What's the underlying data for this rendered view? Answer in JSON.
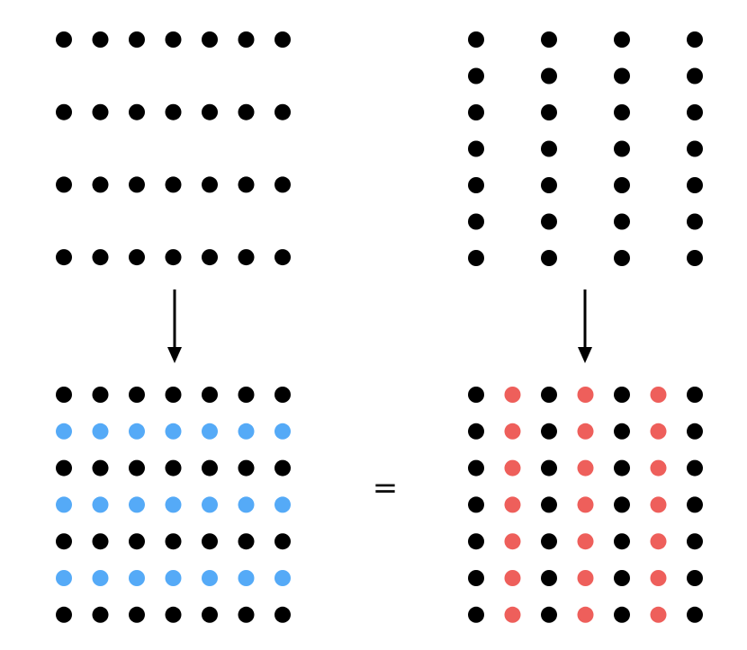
{
  "colors": {
    "dot_default": "#000000",
    "dot_row_highlight": "#55aaf7",
    "dot_column_highlight": "#ee5f5b",
    "arrow": "#000000",
    "background": "#ffffff"
  },
  "panels": {
    "top_left": {
      "description_rows": 4,
      "description_cols": 7
    },
    "top_right": {
      "description_rows": 7,
      "description_cols": 4
    },
    "bottom_left": {
      "rows": 7,
      "cols": 7,
      "highlighted_rows": [
        1,
        3,
        5
      ]
    },
    "bottom_right": {
      "rows": 7,
      "cols": 7,
      "highlighted_cols": [
        1,
        3,
        5
      ]
    }
  },
  "equals_sign": "="
}
